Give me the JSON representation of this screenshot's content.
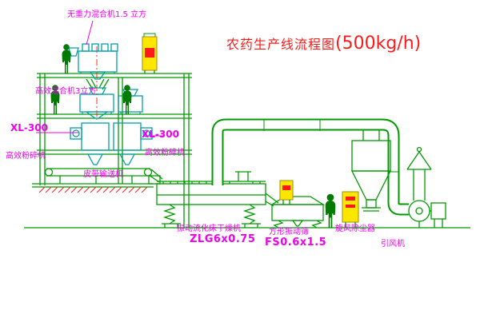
{
  "title": {
    "text": "农药生产线流程图",
    "capacity": "(500kg/h)"
  },
  "labels": {
    "mixer_top": "无重力混合机1.5 立方",
    "mixer_mid": "高效混合机3立方",
    "mill_left_model": "XL-300",
    "mill_left": "高效粉碎机",
    "mill_right_model": "XL-300",
    "mill_right": "高效粉碎机",
    "belt": "皮带输送机",
    "dryer": "振动流化床干燥机",
    "dryer_model": "ZLG6x0.75",
    "screen": "方形振动筛",
    "screen_model": "FS0.6x1.5",
    "cyclone": "旋风除尘器",
    "fan": "引风机"
  },
  "colors": {
    "background": "#ffffff",
    "green": "#009a00",
    "green_dark": "#007a00",
    "cyan": "#00a0a8",
    "magenta": "#f000f0",
    "red": "#ff1a1a",
    "yellow": "#ffe600"
  }
}
